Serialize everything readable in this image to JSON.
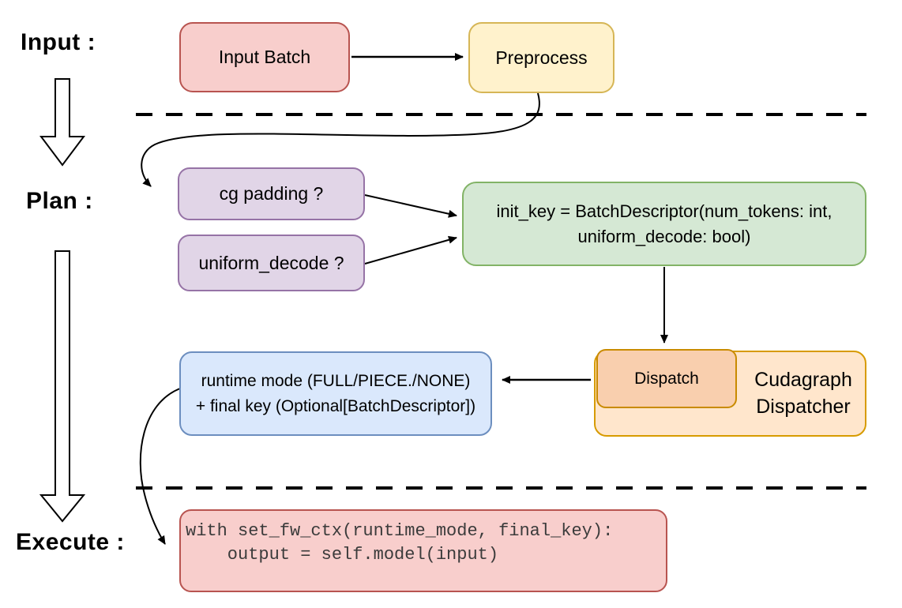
{
  "sections": {
    "input_label": "Input :",
    "plan_label": "Plan :",
    "execute_label": "Execute :"
  },
  "nodes": {
    "input_batch": {
      "label": "Input Batch"
    },
    "preprocess": {
      "label": "Preprocess"
    },
    "cg_padding": {
      "label": "cg padding ?"
    },
    "uniform_decode": {
      "label": "uniform_decode ?"
    },
    "init_key": {
      "line1": "init_key = BatchDescriptor(num_tokens: int,",
      "line2": "uniform_decode: bool)"
    },
    "dispatch": {
      "label": "Dispatch"
    },
    "cudagraph_dispatcher": {
      "line1": "Cudagraph",
      "line2": "Dispatcher"
    },
    "runtime_result": {
      "line1": "runtime mode (FULL/PIECE./NONE)",
      "line2": "+ final key (Optional[BatchDescriptor])"
    },
    "execute_code": {
      "line1": "with set_fw_ctx(runtime_mode, final_key):",
      "line2": "    output = self.model(input)"
    }
  },
  "colors": {
    "red_fill": "#f8cecc",
    "red_stroke": "#b85450",
    "yellow_fill": "#fff2cc",
    "yellow_stroke": "#d6b656",
    "purple_fill": "#e1d5e7",
    "purple_stroke": "#9673a6",
    "green_fill": "#d5e8d4",
    "green_stroke": "#82b366",
    "blue_fill": "#dae8fc",
    "blue_stroke": "#6c8ebf",
    "orange_fill": "#ffe6cc",
    "orange_stroke": "#d79b00",
    "peach_fill": "#f9cfae",
    "line_color": "#000000",
    "code_text_color": "#3b3b3b"
  }
}
